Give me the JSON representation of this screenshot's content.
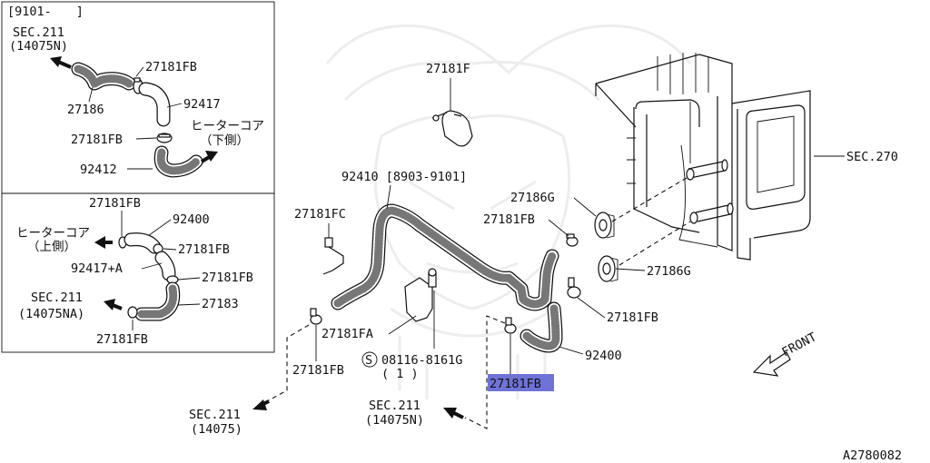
{
  "diagram_id": "A2780082",
  "highlight_color": "#6f73d6",
  "inset_top": {
    "date_range": "[9101-　　]",
    "sec_label": "SEC.211",
    "sec_sub": "(14075N)",
    "parts": {
      "hose_27186": "27186",
      "clamp_top": "27181FB",
      "hose_92417": "92417",
      "clamp_mid": "27181FB",
      "hose_92412": "92412"
    },
    "heater_core_lower": "ヒーターコア",
    "heater_core_lower_sub": "（下側）"
  },
  "inset_bottom": {
    "clamp_top": "27181FB",
    "hose_92400": "92400",
    "heater_core_upper": "ヒーターコア",
    "heater_core_upper_sub": "（上側）",
    "clamp_right": "27181FB",
    "hose_92417a": "92417+A",
    "clamp_right2": "27181FB",
    "sec_label": "SEC.211",
    "sec_sub": "(14075NA)",
    "hose_27183": "27183",
    "clamp_bottom": "27181FB"
  },
  "main": {
    "clamp_27181f": "27181F",
    "hose_92410": "92410 [8903-9101]",
    "clamp_27181fc": "27181FC",
    "grommet_upper": "27186G",
    "clamp_fb_upper": "27181FB",
    "sec_270": "SEC.270",
    "grommet_lower": "27186G",
    "clamp_fb_right": "27181FB",
    "clamp_fa": "27181FA",
    "bolt_symbol": "S",
    "bolt": "08116-8161G",
    "bolt_qty": "( 1 )",
    "hose_92400": "92400",
    "clamp_fb_left": "27181FB",
    "clamp_fb_highlight": "27181FB",
    "sec_211_left": "SEC.211",
    "sec_211_left_sub": "(14075)",
    "sec_211_mid": "SEC.211",
    "sec_211_mid_sub": "(14075N)",
    "front": "FRONT"
  }
}
